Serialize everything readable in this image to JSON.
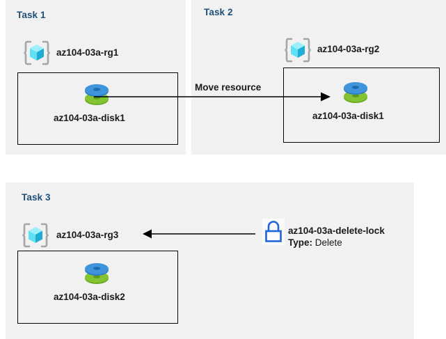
{
  "diagram": {
    "title_color": "#1f4e79",
    "panel_background": "#f1f1f1",
    "page_background": "#ffffff",
    "tasks": [
      {
        "id": "task1",
        "title": "Task 1",
        "resource_group": "az104-03a-rg1",
        "resource": "az104-03a-disk1"
      },
      {
        "id": "task2",
        "title": "Task 2",
        "resource_group": "az104-03a-rg2",
        "resource": "az104-03a-disk1"
      },
      {
        "id": "task3",
        "title": "Task 3",
        "resource_group": "az104-03a-rg3",
        "resource": "az104-03a-disk2"
      }
    ],
    "arrows": [
      {
        "id": "move-resource",
        "label": "Move resource",
        "direction": "right",
        "from": "az104-03a-disk1 in az104-03a-rg1",
        "to": "az104-03a-rg2"
      },
      {
        "id": "delete-lock-applies",
        "label": "",
        "direction": "left",
        "from": "az104-03a-delete-lock",
        "to": "az104-03a-rg3"
      }
    ],
    "lock": {
      "name": "az104-03a-delete-lock",
      "type_label": "Type:",
      "type_value": "Delete",
      "icon_color": "#1f64d8"
    },
    "icons": {
      "resource_group": "resource-group-cube-icon",
      "disk": "managed-disk-icon",
      "lock": "padlock-icon"
    },
    "colors": {
      "cube_light": "#7fe9f7",
      "cube_mid": "#45d6ef",
      "cube_dark": "#1fa8c9",
      "bracket": "#a6a6a6",
      "disk_blue": "#3d8fd8",
      "disk_green": "#76bc21",
      "border": "#000000"
    }
  }
}
